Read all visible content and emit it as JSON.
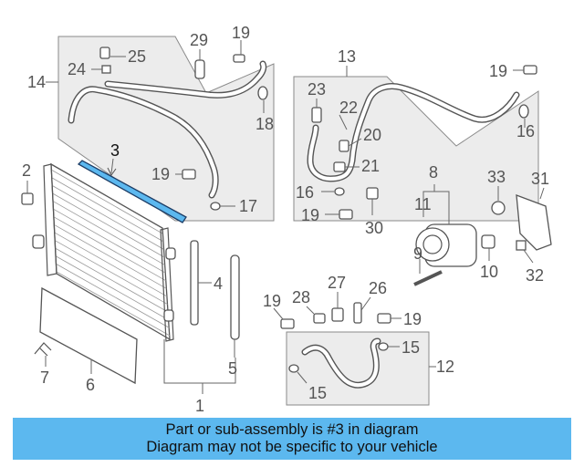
{
  "diagram": {
    "selected_callout": "3",
    "highlight_color": "#5cb8ef",
    "callouts": {
      "c1": "1",
      "c2": "2",
      "c3": "3",
      "c4": "4",
      "c5": "5",
      "c6": "6",
      "c7": "7",
      "c8": "8",
      "c9": "9",
      "c10": "10",
      "c11": "11",
      "c12": "12",
      "c13": "13",
      "c14": "14",
      "c15a": "15",
      "c15b": "15",
      "c16a": "16",
      "c16b": "16",
      "c17": "17",
      "c18": "18",
      "c19a": "19",
      "c19b": "19",
      "c19c": "19",
      "c19d": "19",
      "c19e": "19",
      "c19f": "19",
      "c20": "20",
      "c21": "21",
      "c22": "22",
      "c23": "23",
      "c24": "24",
      "c25": "25",
      "c26": "26",
      "c27": "27",
      "c28": "28",
      "c29": "29",
      "c30": "30",
      "c31": "31",
      "c32": "32",
      "c33": "33"
    }
  },
  "banner": {
    "line1": "Part or sub-assembly is #3 in diagram",
    "line2": "Diagram may not be specific to your vehicle",
    "color": "#5cb8ef"
  }
}
